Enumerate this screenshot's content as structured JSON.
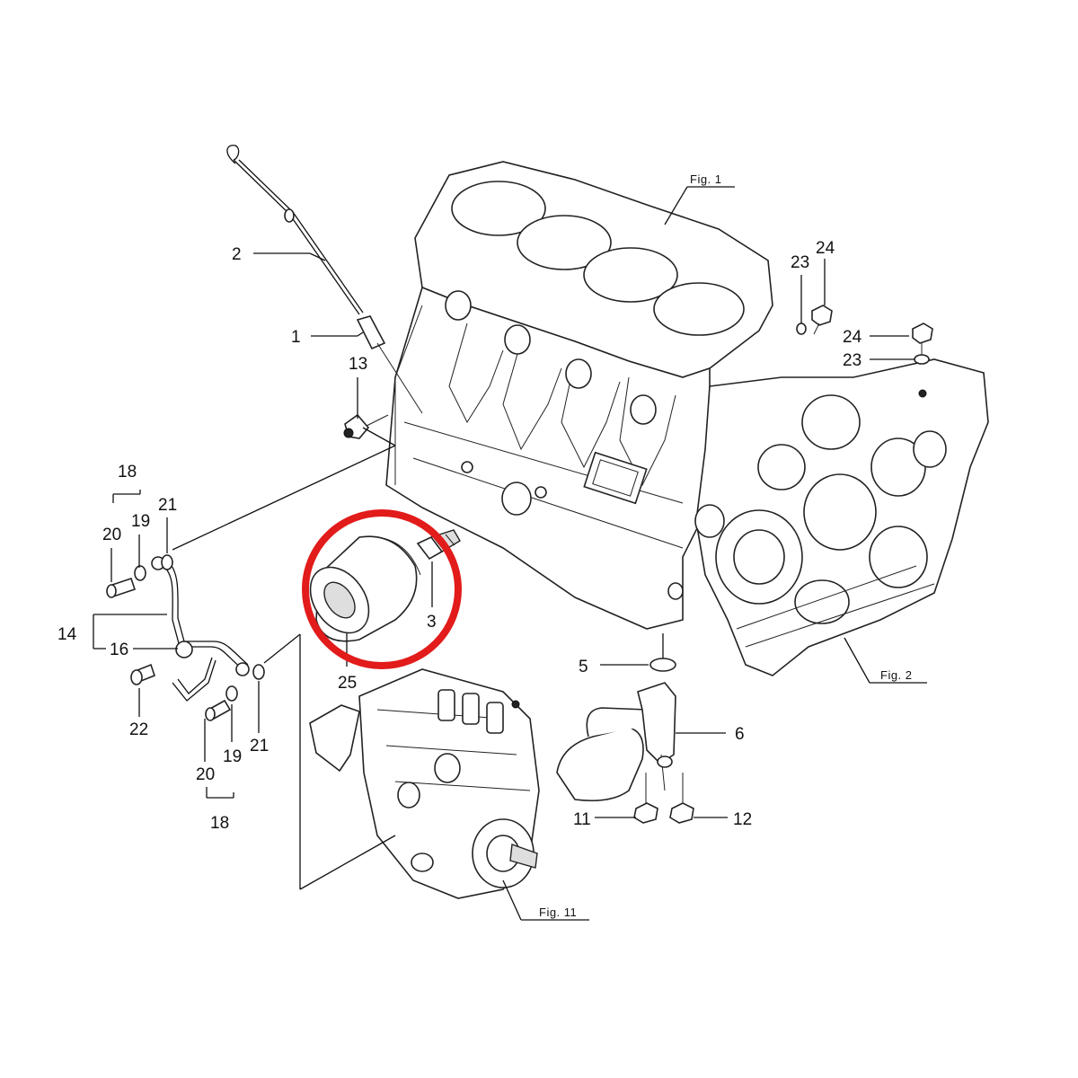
{
  "diagram": {
    "part_numbers": {
      "p1": "1",
      "p2": "2",
      "p3": "3",
      "p5": "5",
      "p6": "6",
      "p11": "11",
      "p12": "12",
      "p13": "13",
      "p14": "14",
      "p16": "16",
      "p18_top": "18",
      "p18_bottom": "18",
      "p19_top": "19",
      "p19_bottom": "19",
      "p20_top": "20",
      "p20_bottom": "20",
      "p21_top": "21",
      "p21_bottom": "21",
      "p22": "22",
      "p23_top": "23",
      "p23_right": "23",
      "p24_top": "24",
      "p24_right": "24",
      "p25": "25"
    },
    "figure_refs": {
      "fig1": "Fig. 1",
      "fig2": "Fig. 2",
      "fig11": "Fig. 11"
    },
    "highlight_color": "#e21b1b"
  }
}
